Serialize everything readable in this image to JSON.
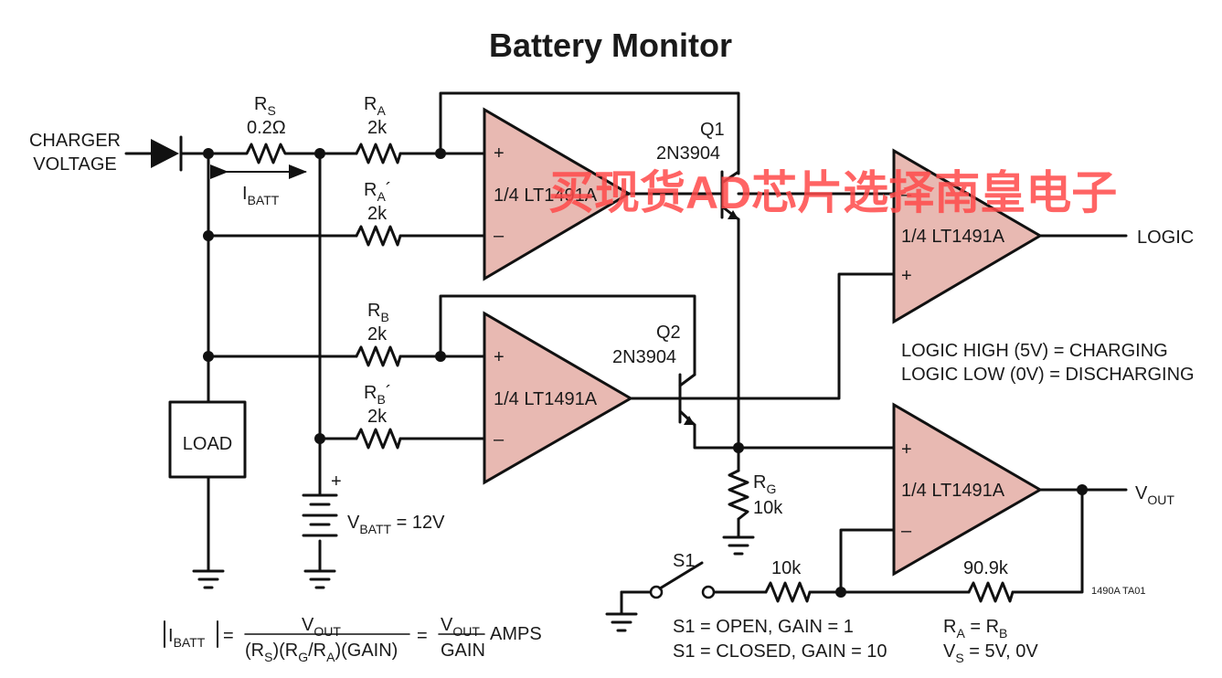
{
  "title": "Battery Monitor",
  "input_label_line1": "CHARGER",
  "input_label_line2": "VOLTAGE",
  "rs": {
    "name": "R",
    "sub": "S",
    "value": "0.2Ω"
  },
  "ibatt_arrow": {
    "name": "I",
    "sub": "BATT"
  },
  "ra": {
    "name": "R",
    "sub": "A",
    "value": "2k"
  },
  "ra_prime": {
    "name": "R",
    "sub": "A",
    "prime": "´",
    "value": "2k"
  },
  "rb": {
    "name": "R",
    "sub": "B",
    "value": "2k"
  },
  "rb_prime": {
    "name": "R",
    "sub": "B",
    "prime": "´",
    "value": "2k"
  },
  "q1": {
    "name": "Q1",
    "part": "2N3904"
  },
  "q2": {
    "name": "Q2",
    "part": "2N3904"
  },
  "opamp_label": "1/4 LT1491A",
  "plus_sign": "+",
  "minus_sign": "–",
  "load_label": "LOAD",
  "battery": {
    "plus": "+",
    "name": "V",
    "sub": "BATT",
    "value": " = 12V"
  },
  "rg": {
    "name": "R",
    "sub": "G",
    "value": "10k"
  },
  "logic_output": "LOGIC",
  "logic_high": "LOGIC HIGH (5V) = CHARGING",
  "logic_low": "LOGIC LOW (0V) = DISCHARGING",
  "vout": {
    "name": "V",
    "sub": "OUT"
  },
  "switch_label": "S1",
  "gain_resistor": "10k",
  "feedback_resistor": "90.9k",
  "fig_id": "1490A TA01",
  "s1_open": "S1 = OPEN, GAIN = 1",
  "s1_closed": "S1 = CLOSED, GAIN = 10",
  "ra_eq_rb": {
    "a": "R",
    "asub": "A",
    "eq": " = R",
    "bsub": "B"
  },
  "vs": {
    "name": "V",
    "sub": "S",
    "value": " = 5V, 0V"
  },
  "formula": {
    "lhs_i": "I",
    "lhs_sub": "BATT",
    "eq": "=",
    "num_v": "V",
    "num_sub": "OUT",
    "den_1": "(R",
    "den_1_sub": "S",
    "den_2": ")(R",
    "den_2_sub": "G",
    "den_3": "/R",
    "den_3_sub": "A",
    "den_4": ")(GAIN)",
    "eq2": "=",
    "num2_v": "V",
    "num2_sub": "OUT",
    "den2": "GAIN",
    "units": "AMPS"
  },
  "watermark": "买现货AD芯片选择南皇电子"
}
